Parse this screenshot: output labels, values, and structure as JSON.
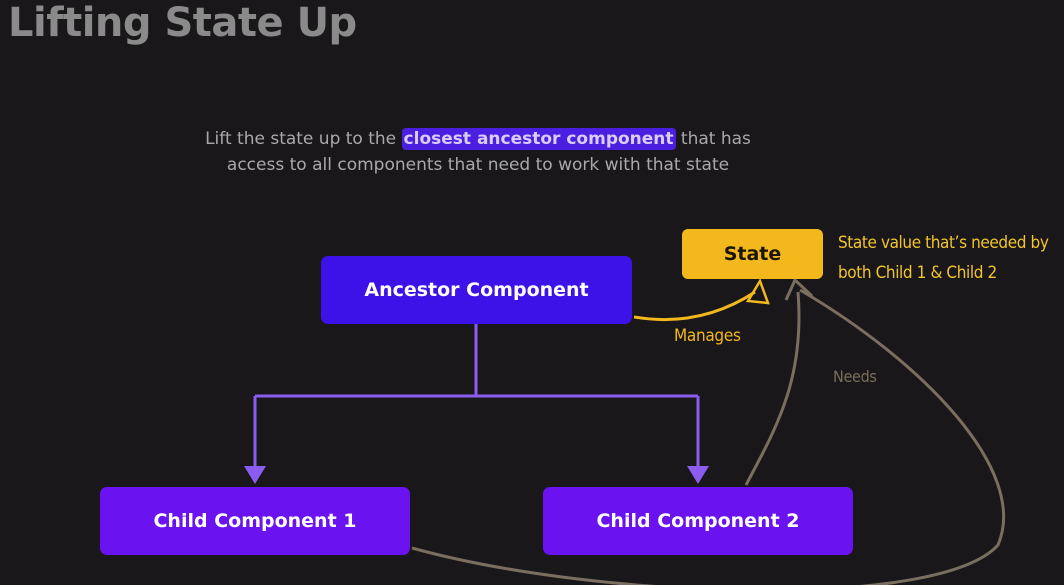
{
  "title": "Lifting State Up",
  "intro": {
    "before": "Lift the state up to the ",
    "highlight": "closest ancestor component",
    "after": " that has access to all components that need to work with that state"
  },
  "nodes": {
    "ancestor": "Ancestor Component",
    "state": "State",
    "child1": "Child Component 1",
    "child2": "Child Component 2"
  },
  "annotations": {
    "state_note": "State value that’s needed by both Child 1 & Child 2",
    "manages": "Manages",
    "needs": "Needs"
  },
  "colors": {
    "background": "#19171a",
    "ancestor": "#3d12e8",
    "child": "#6b12f0",
    "state": "#f3b81c",
    "tree_lines": "#8a5cf0",
    "needs_arrow": "#7a6e5e",
    "highlight": "#4b1fe0"
  }
}
